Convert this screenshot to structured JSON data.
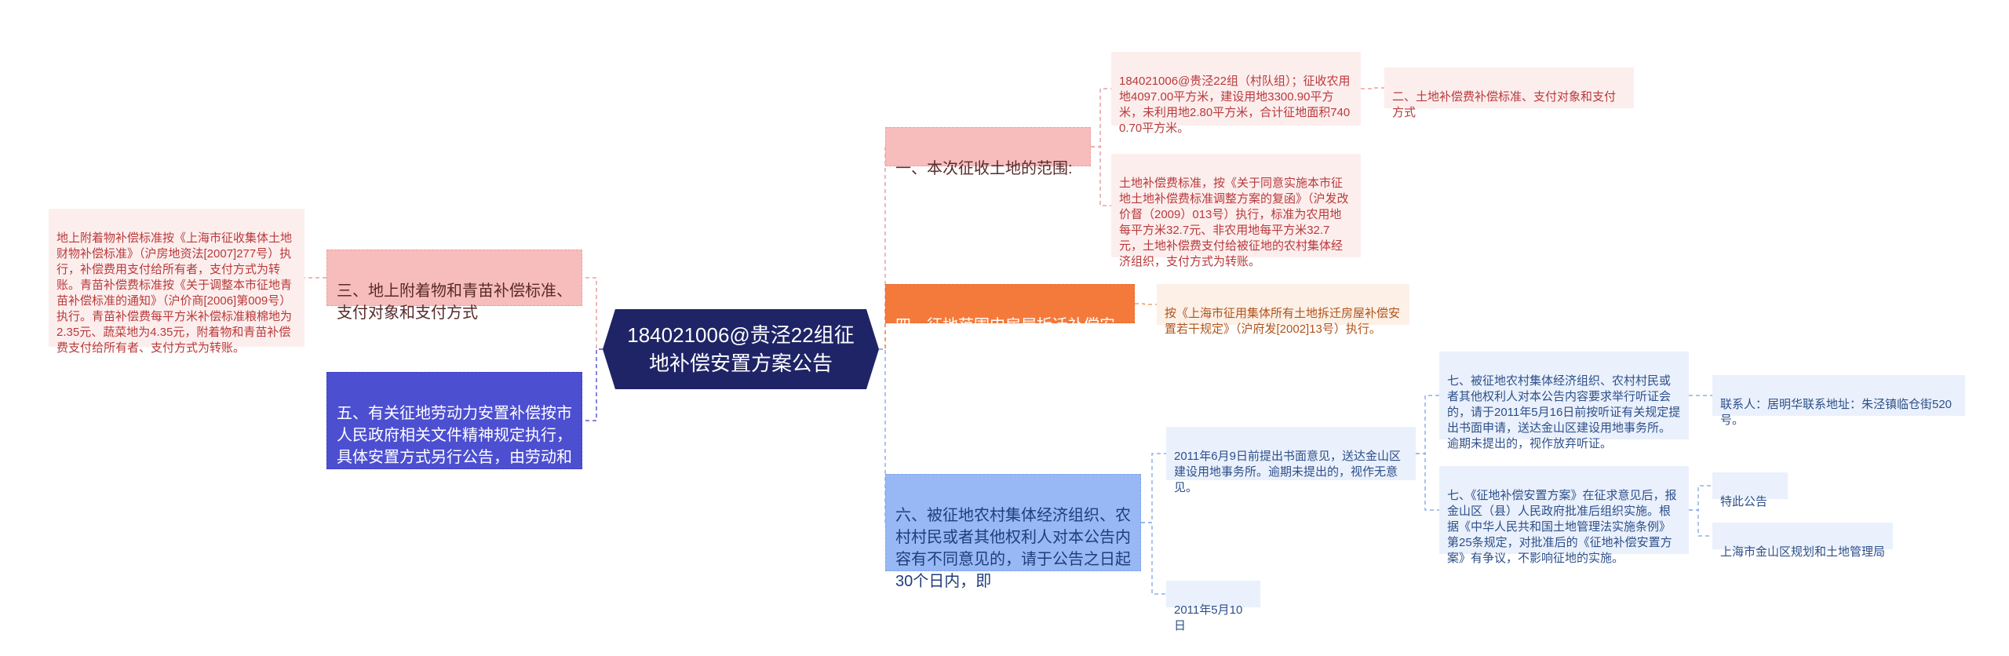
{
  "root": {
    "text": "184021006@贵泾22组征地补偿安置方案公告"
  },
  "branches": {
    "b1": "一、本次征收土地的范围:",
    "b4": "四、征地范围内房屋拆迁补偿安置",
    "b6": "六、被征地农村集体经济组织、农村村民或者其他权利人对本公告内容有不同意见的，请于公告之日起30个日内，即",
    "b3": "三、地上附着物和青苗补偿标准、支付对象和支付方式",
    "b5": "五、有关征地劳动力安置补偿按市人民政府相关文件精神规定执行，具体安置方式另行公告，由劳动和社会保障部门负责实施。"
  },
  "leaves": {
    "b1_1": "184021006@贵泾22组（村队组）；征收农用地4097.00平方米，建设用地3300.90平方米，未利用地2.80平方米，合计征地面积7400.70平方米。",
    "b1_1_1": "二、土地补偿费补偿标准、支付对象和支付方式",
    "b1_2": "土地补偿费标准，按《关于同意实施本市征地土地补偿费标准调整方案的复函》（沪发改价督（2009）013号）执行，标准为农用地每平方米32.7元、非农用地每平方米32.7元，土地补偿费支付给被征地的农村集体经济组织，支付方式为转账。",
    "b4_1": "按《上海市征用集体所有土地拆迁房屋补偿安置若干规定》（沪府发[2002]13号）执行。",
    "b6_1": "2011年6月9日前提出书面意见，送达金山区建设用地事务所。逾期未提出的，视作无意见。",
    "b6_1_1": "七、被征地农村集体经济组织、农村村民或者其他权利人对本公告内容要求举行听证会的，请于2011年5月16日前按听证有关规定提出书面申请，送达金山区建设用地事务所。逾期未提出的，视作放弃听证。",
    "b6_1_1_1": "联系人：居明华联系地址：朱泾镇临仓街520号。",
    "b6_1_2": "七、《征地补偿安置方案》在征求意见后，报金山区（县）人民政府批准后组织实施。根据《中华人民共和国土地管理法实施条例》第25条规定，对批准后的《征地补偿安置方案》有争议，不影响征地的实施。",
    "b6_1_2_1": "特此公告",
    "b6_1_2_2": "上海市金山区规划和土地管理局",
    "b6_2": "2011年5月10日",
    "b3_1": "地上附着物补偿标准按《上海市征收集体土地财物补偿标准》（沪房地资法[2007]277号）执行，补偿费用支付给所有者，支付方式为转账。青苗补偿费标准按《关于调整本市征地青苗补偿标准的通知》（沪价商[2006]第009号）执行。青苗补偿费每平方米补偿标准粮棉地为2.35元、蔬菜地为4.35元，附着物和青苗补偿费支付给所有者、支付方式为转账。"
  },
  "colors": {
    "root": "#1f2466",
    "pink_branch": "#f7bcbc",
    "orange_branch": "#f47a3b",
    "blue_branch": "#97b8f5",
    "indigo_branch": "#4d4fd1",
    "pink_leaf": "#fdeeee",
    "orange_leaf": "#fdf0e6",
    "blue_leaf": "#eaf1fc"
  }
}
